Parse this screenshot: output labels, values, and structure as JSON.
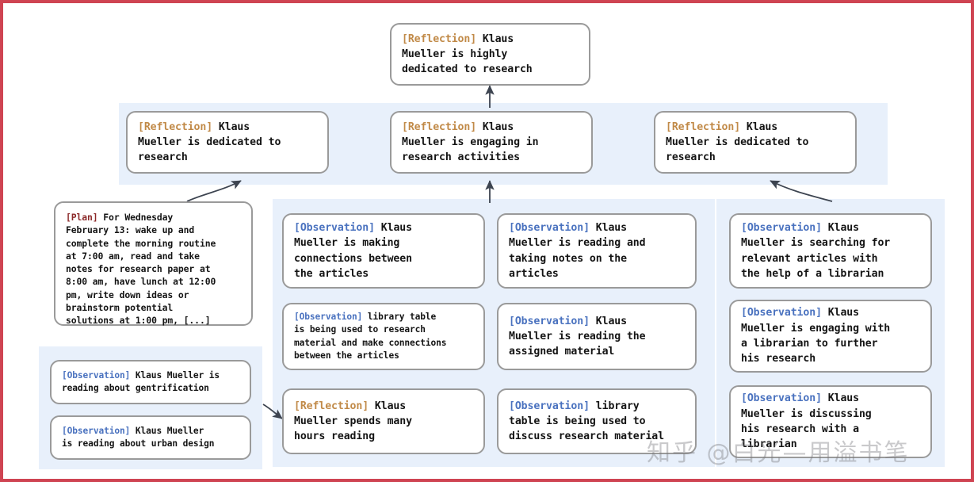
{
  "meta": {
    "border_color": "#cf4452",
    "panel_color": "#e8f0fb",
    "node_border_color": "#9a9a9a",
    "tag_colors": {
      "reflection": "#c18a48",
      "observation": "#4a72bf",
      "plan": "#8c2a2a"
    }
  },
  "watermark": {
    "text": "知乎 @白光—用溢书笔"
  },
  "nodes": {
    "root_reflection": {
      "tag": "[Reflection]",
      "tag_type": "reflection",
      "text": " Klaus\nMueller is highly\ndedicated to research"
    },
    "mid_reflection_left": {
      "tag": "[Reflection]",
      "tag_type": "reflection",
      "text": " Klaus\nMueller is dedicated to\nresearch"
    },
    "mid_reflection_center": {
      "tag": "[Reflection]",
      "tag_type": "reflection",
      "text": " Klaus\nMueller is engaging in\nresearch activities"
    },
    "mid_reflection_right": {
      "tag": "[Reflection]",
      "tag_type": "reflection",
      "text": " Klaus\nMueller is dedicated to\nresearch"
    },
    "plan_box": {
      "tag": "[Plan]",
      "tag_type": "plan",
      "text": " For Wednesday\nFebruary 13: wake up and\ncomplete the morning routine\nat 7:00 am, read and take\nnotes for research paper at\n8:00 am, have lunch at 12:00\npm, write down ideas or\nbrainstorm potential\nsolutions at 1:00 pm, [...]"
    },
    "obs_bottom_left_1": {
      "tag": "[Observation]",
      "tag_type": "observation",
      "text": " Klaus Mueller is\nreading about gentrification"
    },
    "obs_bottom_left_2": {
      "tag": "[Observation]",
      "tag_type": "observation",
      "text": " Klaus Mueller\nis reading about urban design"
    },
    "col1_box1": {
      "tag": "[Observation]",
      "tag_type": "observation",
      "text": " Klaus\nMueller is making\nconnections between\nthe articles"
    },
    "col1_box2": {
      "tag": "[Observation]",
      "tag_type": "observation",
      "text": " library table\nis being used to research\nmaterial and make connections\nbetween the articles"
    },
    "col1_box3": {
      "tag": "[Reflection]",
      "tag_type": "reflection",
      "text": " Klaus\nMueller spends many\nhours reading"
    },
    "col2_box1": {
      "tag": "[Observation]",
      "tag_type": "observation",
      "text": " Klaus\nMueller is reading and\ntaking notes on the\narticles"
    },
    "col2_box2": {
      "tag": "[Observation]",
      "tag_type": "observation",
      "text": " Klaus\nMueller is reading the\nassigned material"
    },
    "col2_box3": {
      "tag": "[Observation]",
      "tag_type": "observation",
      "text": " library\ntable is being used to\ndiscuss research material"
    },
    "col3_box1": {
      "tag": "[Observation]",
      "tag_type": "observation",
      "text": " Klaus\nMueller is searching for\nrelevant articles with\nthe help of a librarian"
    },
    "col3_box2": {
      "tag": "[Observation]",
      "tag_type": "observation",
      "text": " Klaus\nMueller is engaging with\na librarian to further\nhis research"
    },
    "col3_box3": {
      "tag": "[Observation]",
      "tag_type": "observation",
      "text": " Klaus\nMueller is discussing\nhis research with a\nlibrarian"
    }
  }
}
